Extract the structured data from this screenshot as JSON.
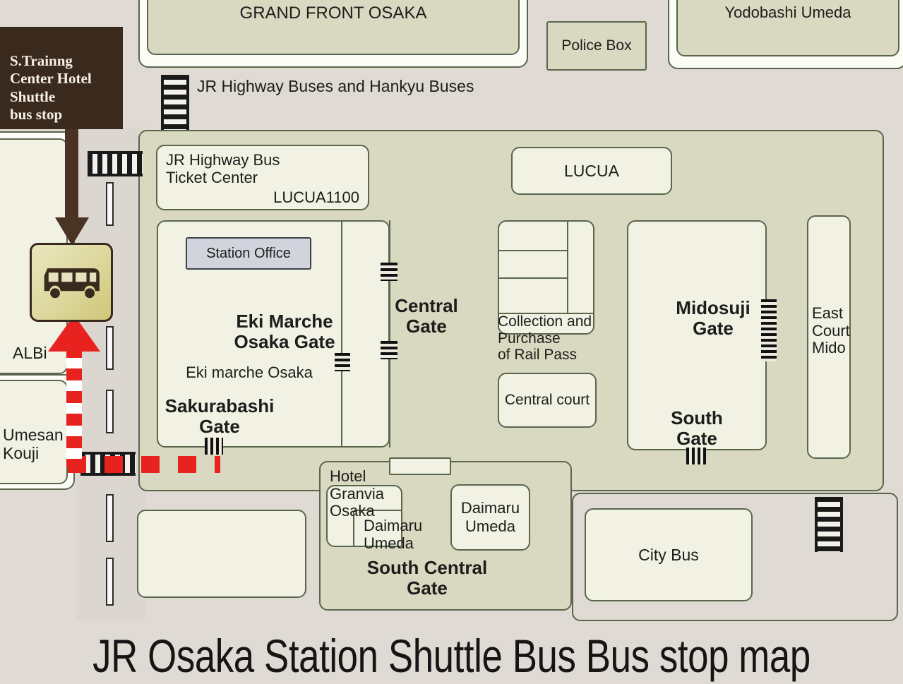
{
  "title": "JR Osaka Station Shuttle Bus Bus stop map",
  "colors": {
    "page_background": "#e0dad4",
    "station_block": "#d9d8c0",
    "building_fill": "#f1f2e4",
    "outline": "#59664c",
    "sign_brown": "#3a2a1d",
    "route_red": "#e8231f",
    "bus_marker_yellow": "#ddd79d",
    "road_grey": "#dcd6d1"
  },
  "sign": {
    "text": "S.Trainng\nCenter Hotel\nShuttle\nbus stop",
    "arrow": "down-arrow"
  },
  "bus_marker": {
    "icon": "bus-icon"
  },
  "labels": {
    "jr_highway_buses": "JR Highway Buses and Hankyu Buses",
    "albi": "ALBi",
    "umesan_kouji": "Umesan\nKouji",
    "central_gate": "Central\nGate",
    "collection_purchase": "Collection and\nPurchase\nof Rail Pass",
    "eki_marche_gate": "Eki Marche\nOsaka Gate",
    "eki_marche_osaka": "Eki marche Osaka",
    "sakurabashi_gate": "Sakurabashi\nGate",
    "midosuji_gate": "Midosuji\nGate",
    "south_gate": "South\nGate",
    "east_court_mido": "East\nCourt\nMido",
    "hotel_granvia": "Hotel\nGranvia\nOsaka",
    "daimaru_umeda_small": "Daimaru\nUmeda",
    "south_central_gate": "South Central\nGate"
  },
  "buildings": {
    "grand_front_osaka": "GRAND FRONT OSAKA",
    "police_box": "Police Box",
    "yodobashi_umeda": "Yodobashi Umeda",
    "jr_highway_bus_ticket_center": "JR Highway Bus\nTicket Center",
    "lucua1100": "LUCUA1100",
    "lucua": "LUCUA",
    "station_office": "Station Office",
    "central_court": "Central\ncourt",
    "daimaru_umeda": "Daimaru\nUmeda",
    "city_bus": "City Bus"
  }
}
